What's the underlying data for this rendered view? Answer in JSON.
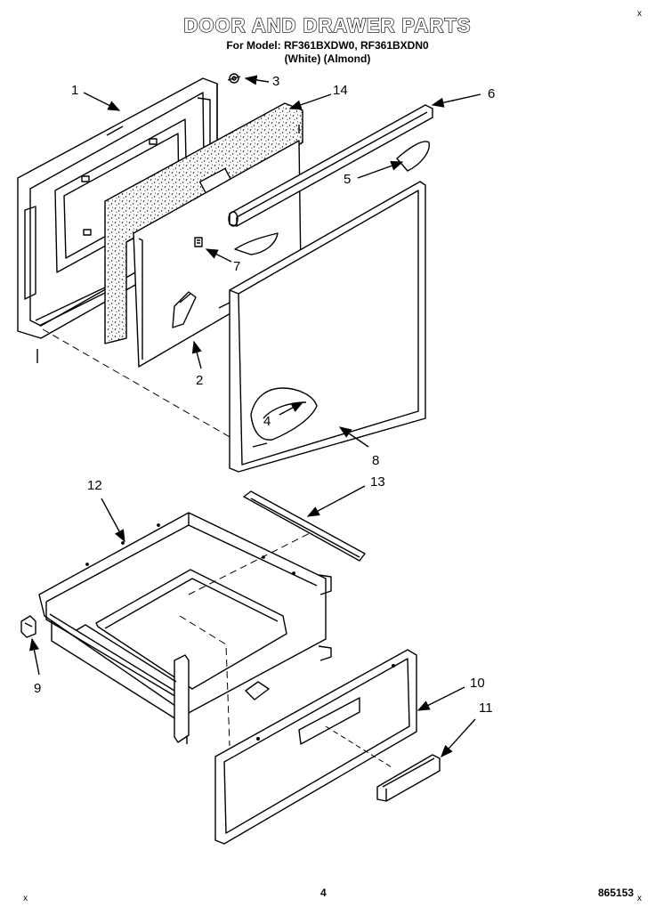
{
  "header": {
    "title": "DOOR AND DRAWER PARTS",
    "model_line": "For Model: RF361BXDW0, RF361BXDN0",
    "variant_line": "(White)    (Almond)"
  },
  "callouts": [
    "1",
    "2",
    "3",
    "4",
    "5",
    "6",
    "7",
    "8",
    "9",
    "10",
    "11",
    "12",
    "13",
    "14"
  ],
  "footer": {
    "page_number": "4",
    "document_number": "865153"
  },
  "corner_marks": [
    "x",
    "x",
    "x"
  ]
}
